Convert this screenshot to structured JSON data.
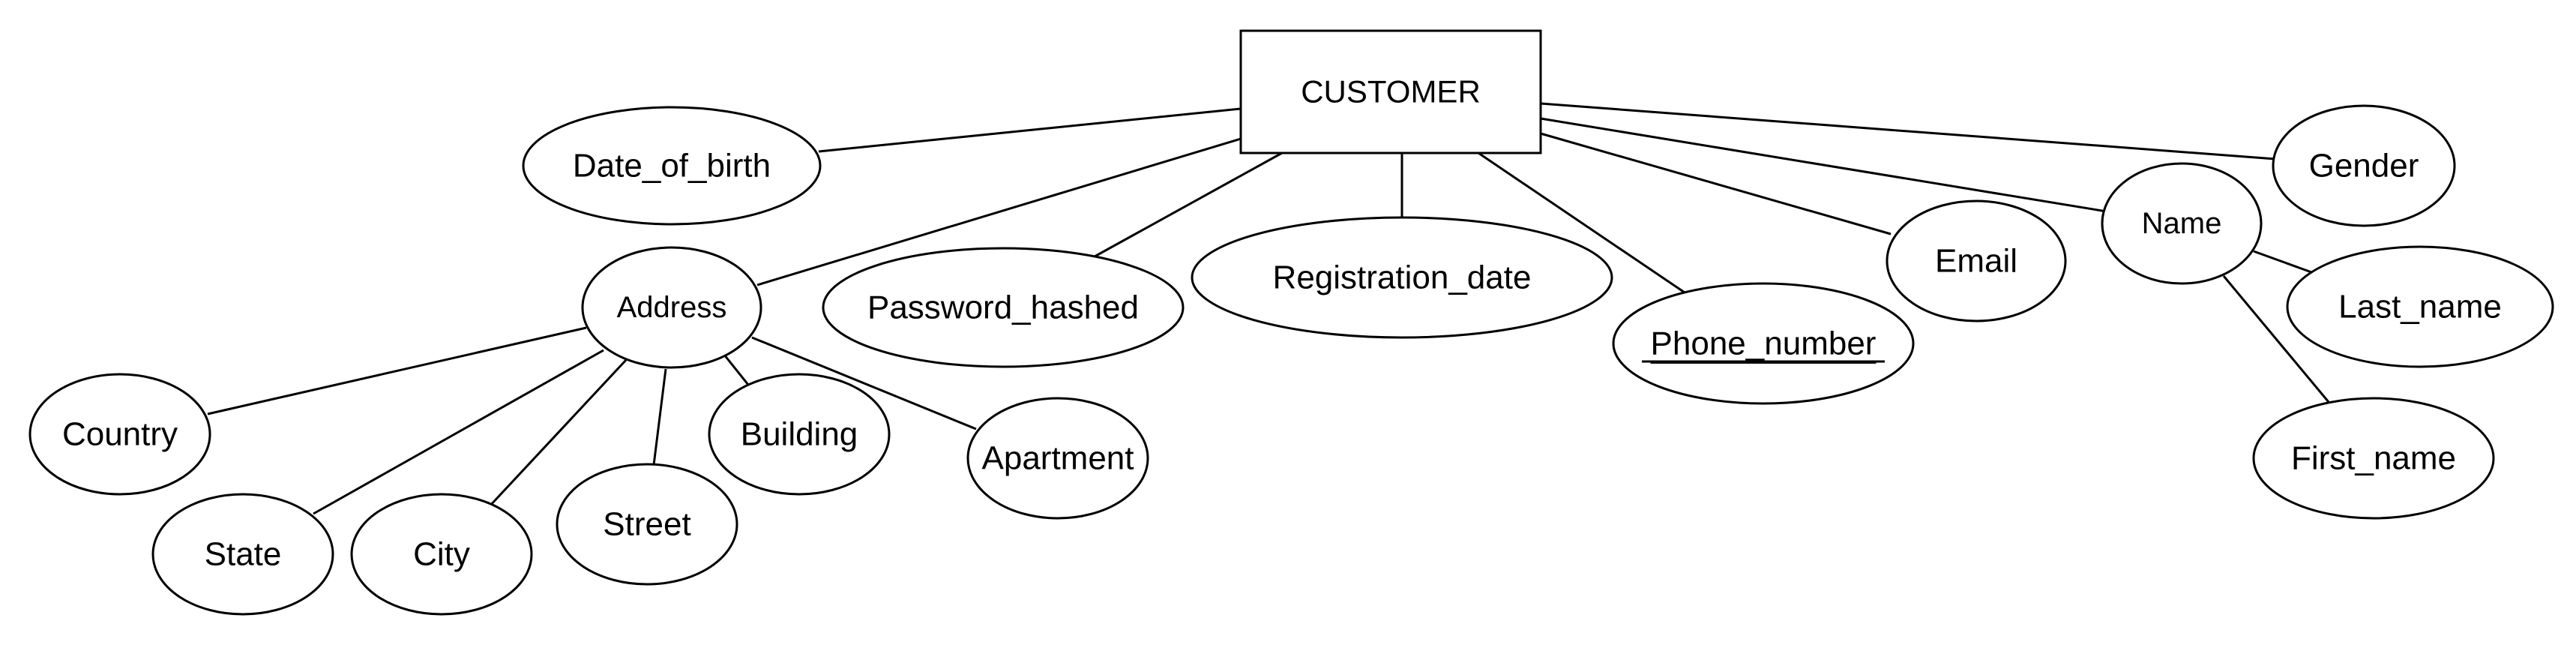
{
  "entity": {
    "label": "CUSTOMER"
  },
  "attributes": {
    "date_of_birth": "Date_of_birth",
    "address": "Address",
    "password_hashed": "Password_hashed",
    "registration_date": "Registration_date",
    "phone_number": "Phone_number",
    "email": "Email",
    "name": "Name",
    "gender": "Gender",
    "country": "Country",
    "state": "State",
    "city": "City",
    "street": "Street",
    "building": "Building",
    "apartment": "Apartment",
    "last_name": "Last_name",
    "first_name": "First_name"
  }
}
